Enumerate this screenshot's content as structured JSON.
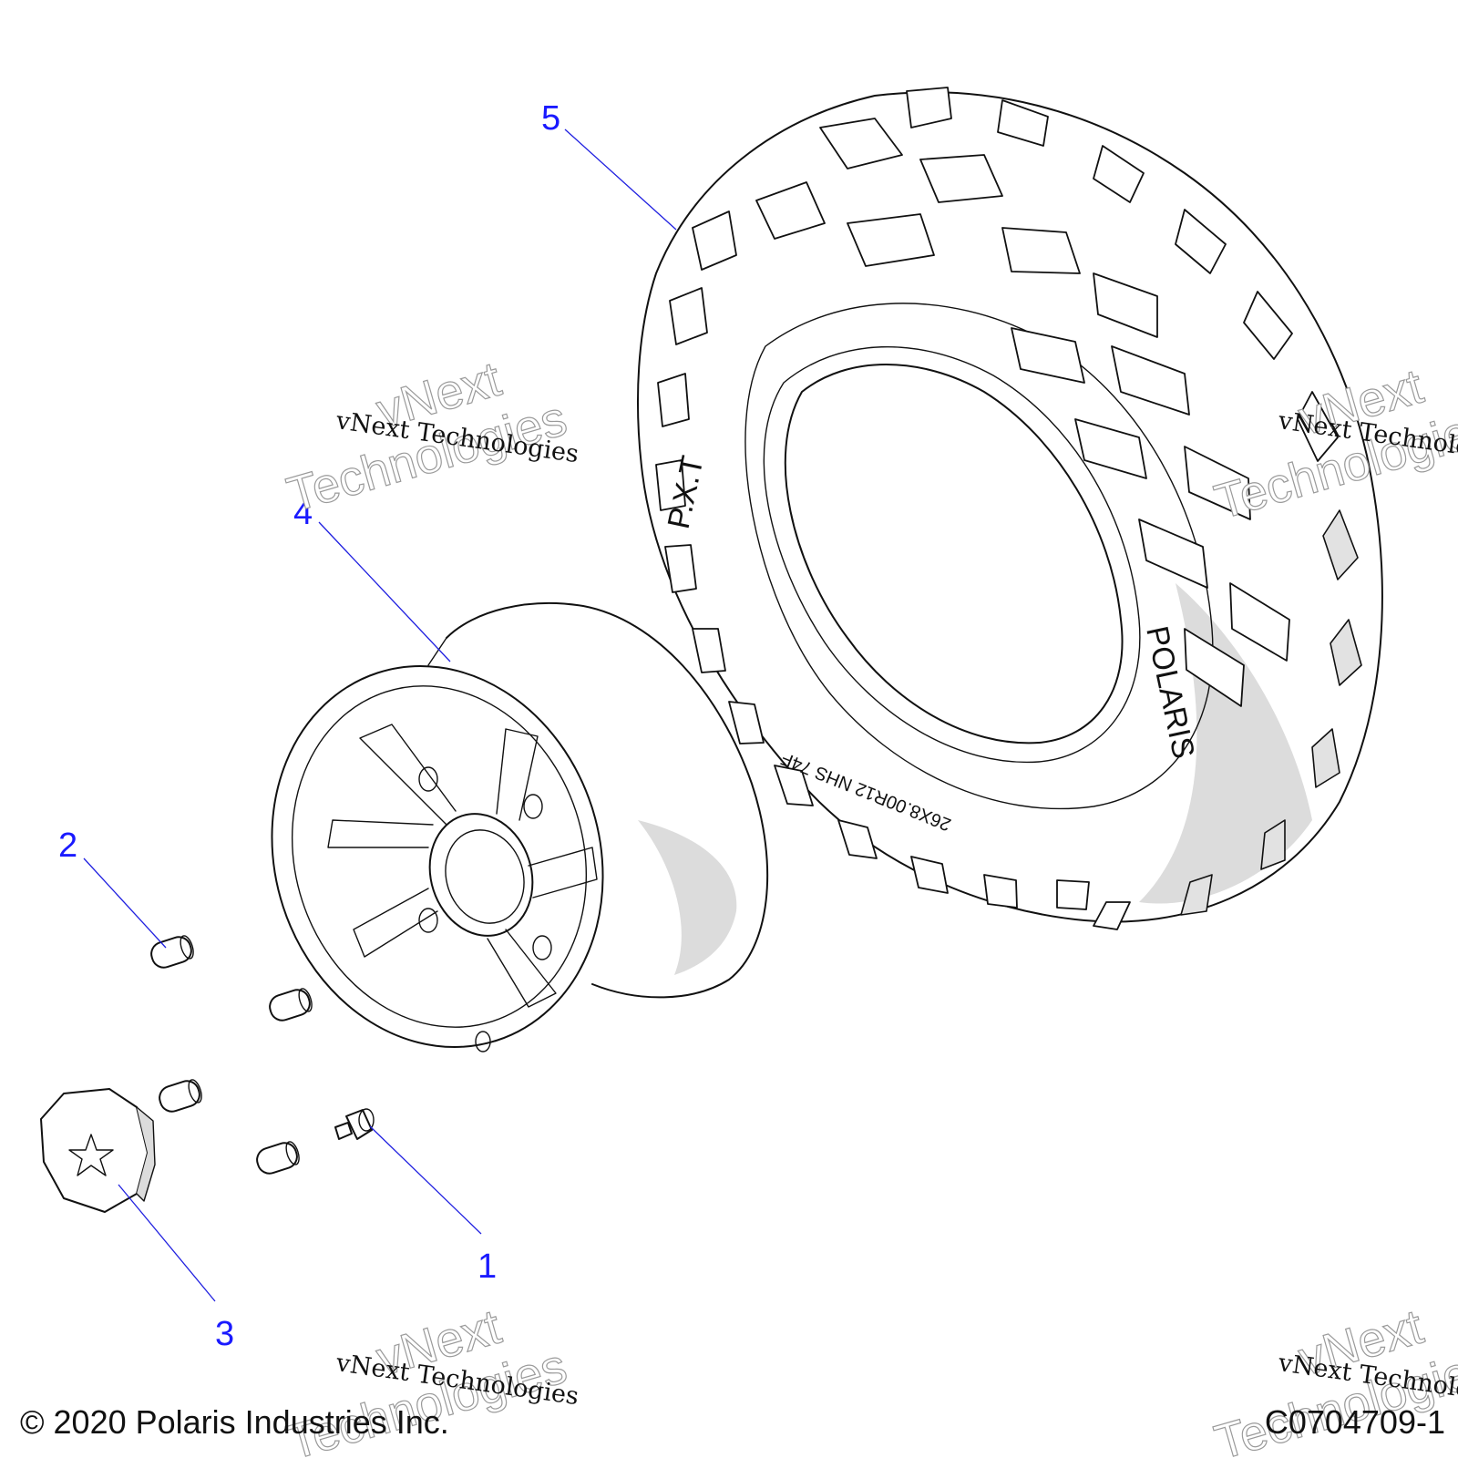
{
  "callouts": [
    "1",
    "2",
    "3",
    "4",
    "5"
  ],
  "tire_sidewall": {
    "brand": "POLARIS",
    "tread_name": "P.X.T",
    "size": "26X8.00R12 NHS 74F"
  },
  "watermark": {
    "small": "vNext Technologies",
    "big_line1": "vNext",
    "big_line2": "Technologies"
  },
  "footer": {
    "copyright": "© 2020 Polaris Industries Inc.",
    "drawing_number": "C0704709-1"
  }
}
